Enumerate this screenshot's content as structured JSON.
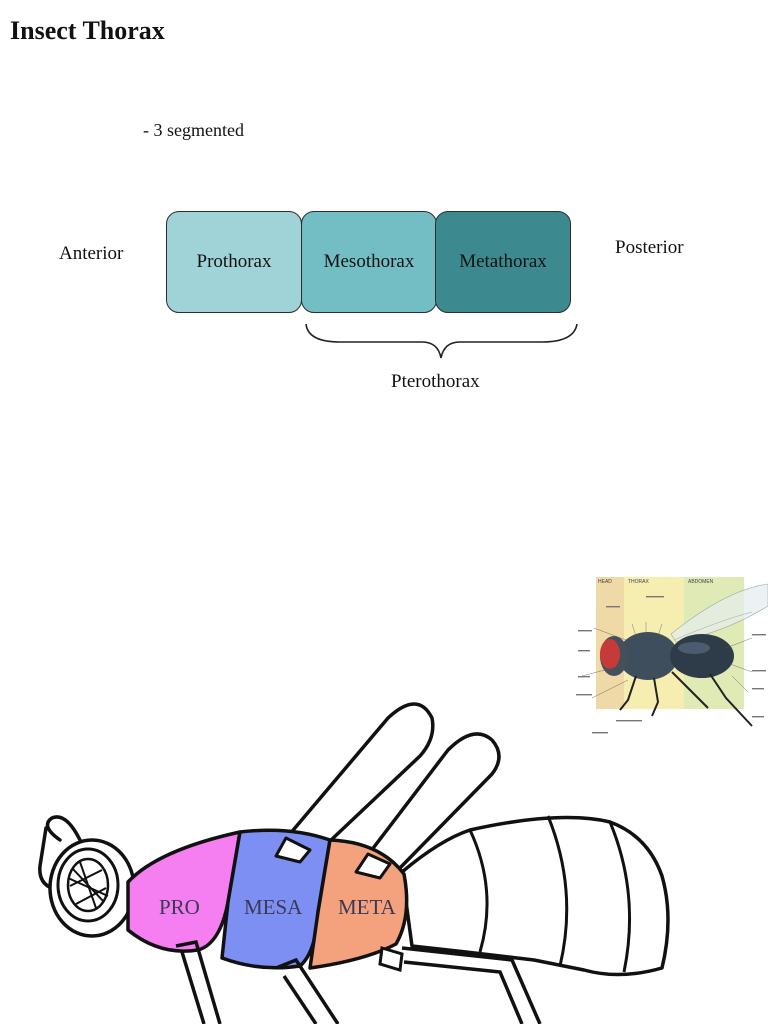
{
  "title": "Insect Thorax",
  "bullet": "- 3 segmented",
  "anterior": "Anterior",
  "posterior": "Posterior",
  "segments": [
    {
      "label": "Prothorax",
      "color": "#9fd3d7"
    },
    {
      "label": "Mesothorax",
      "color": "#72bec4"
    },
    {
      "label": "Metathorax",
      "color": "#3c8a90"
    }
  ],
  "pterothorax": "Pterothorax",
  "fly_photo": {
    "regions": [
      "HEAD",
      "THORAX",
      "ABDOMEN"
    ],
    "region_colors": [
      "#efd9a6",
      "#f6eeb0",
      "#dfeab4"
    ]
  },
  "insect_drawing": {
    "parts": [
      {
        "label": "PRO",
        "color": "#f57ef0"
      },
      {
        "label": "MESA",
        "color": "#7d8ff2"
      },
      {
        "label": "META",
        "color": "#f4a27d"
      }
    ]
  }
}
